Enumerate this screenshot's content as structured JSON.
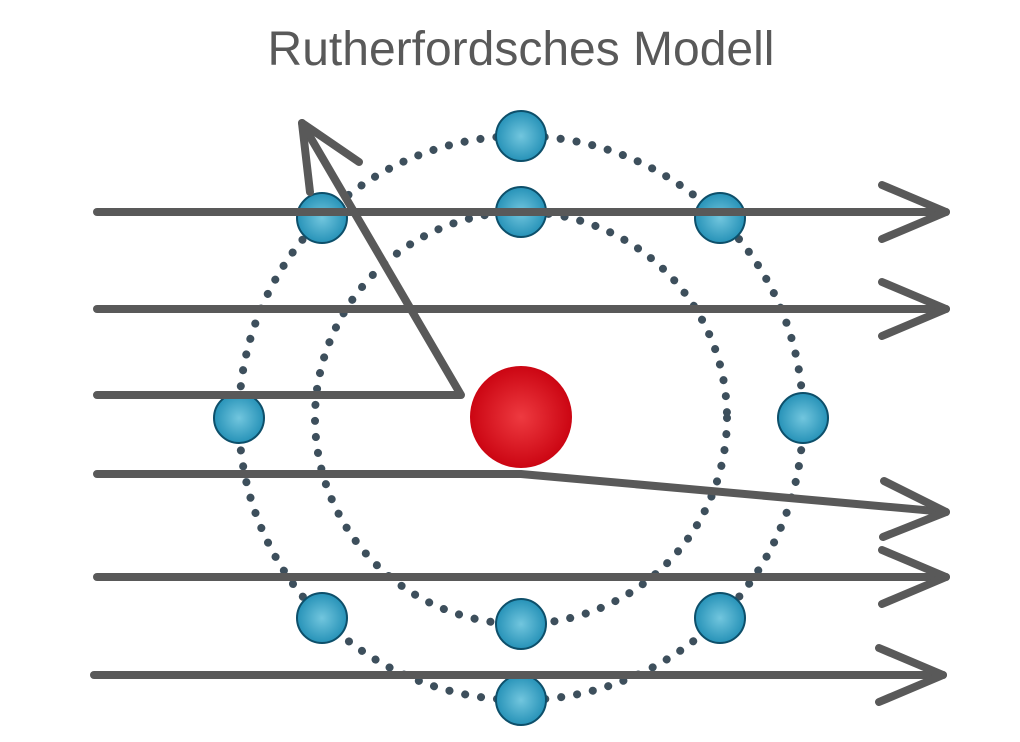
{
  "title": "Rutherfordsches Modell",
  "colors": {
    "beam": "#595959",
    "orbit": "#3d4f5c",
    "nucleus_light": "#ee3a40",
    "nucleus_dark": "#c8000e",
    "electron_light": "#72c6de",
    "electron_dark": "#1f8db4",
    "electron_stroke": "#0d4f6a"
  },
  "model": {
    "nucleus": {
      "label": "nucleus"
    },
    "orbits": [
      {
        "name": "inner-orbit",
        "electrons": 2
      },
      {
        "name": "outer-orbit",
        "electrons": 8
      }
    ],
    "beams": [
      {
        "name": "beam-1",
        "behavior": "passes-through"
      },
      {
        "name": "beam-2",
        "behavior": "passes-through"
      },
      {
        "name": "beam-3",
        "behavior": "reflected-back"
      },
      {
        "name": "beam-4",
        "behavior": "deflected"
      },
      {
        "name": "beam-5",
        "behavior": "passes-through"
      },
      {
        "name": "beam-6",
        "behavior": "passes-through"
      }
    ]
  }
}
